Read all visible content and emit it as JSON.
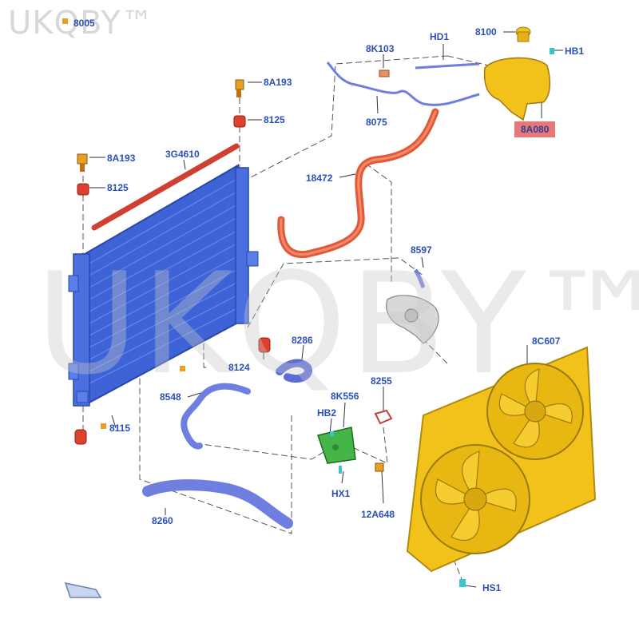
{
  "watermark": {
    "brand": "UKQBY™"
  },
  "labels": {
    "l8005": "8005",
    "l8A193a": "8A193",
    "l8125a": "8125",
    "l8A193b": "8A193",
    "l8125b": "8125",
    "l3G4610": "3G4610",
    "l8K103": "8K103",
    "lHD1": "HD1",
    "l8100": "8100",
    "lHB1": "HB1",
    "l8075": "8075",
    "l8A080": "8A080",
    "l18472": "18472",
    "l8597": "8597",
    "l8286": "8286",
    "l8124": "8124",
    "l8C607": "8C607",
    "l8548": "8548",
    "l8K556": "8K556",
    "l8255": "8255",
    "lHB2": "HB2",
    "l8115": "8115",
    "lHX1": "HX1",
    "l12A648": "12A648",
    "l8260": "8260",
    "lHS1": "HS1"
  },
  "colors": {
    "radiator": "#3d63d6",
    "hose_upper": "#e05a3a",
    "hose_lower": "#6f7fe0",
    "shroud": "#f2c21a",
    "label": "#2a4fb8",
    "highlight": "#e87878",
    "bracket": "#46b548",
    "clip": "#39c4cf"
  }
}
